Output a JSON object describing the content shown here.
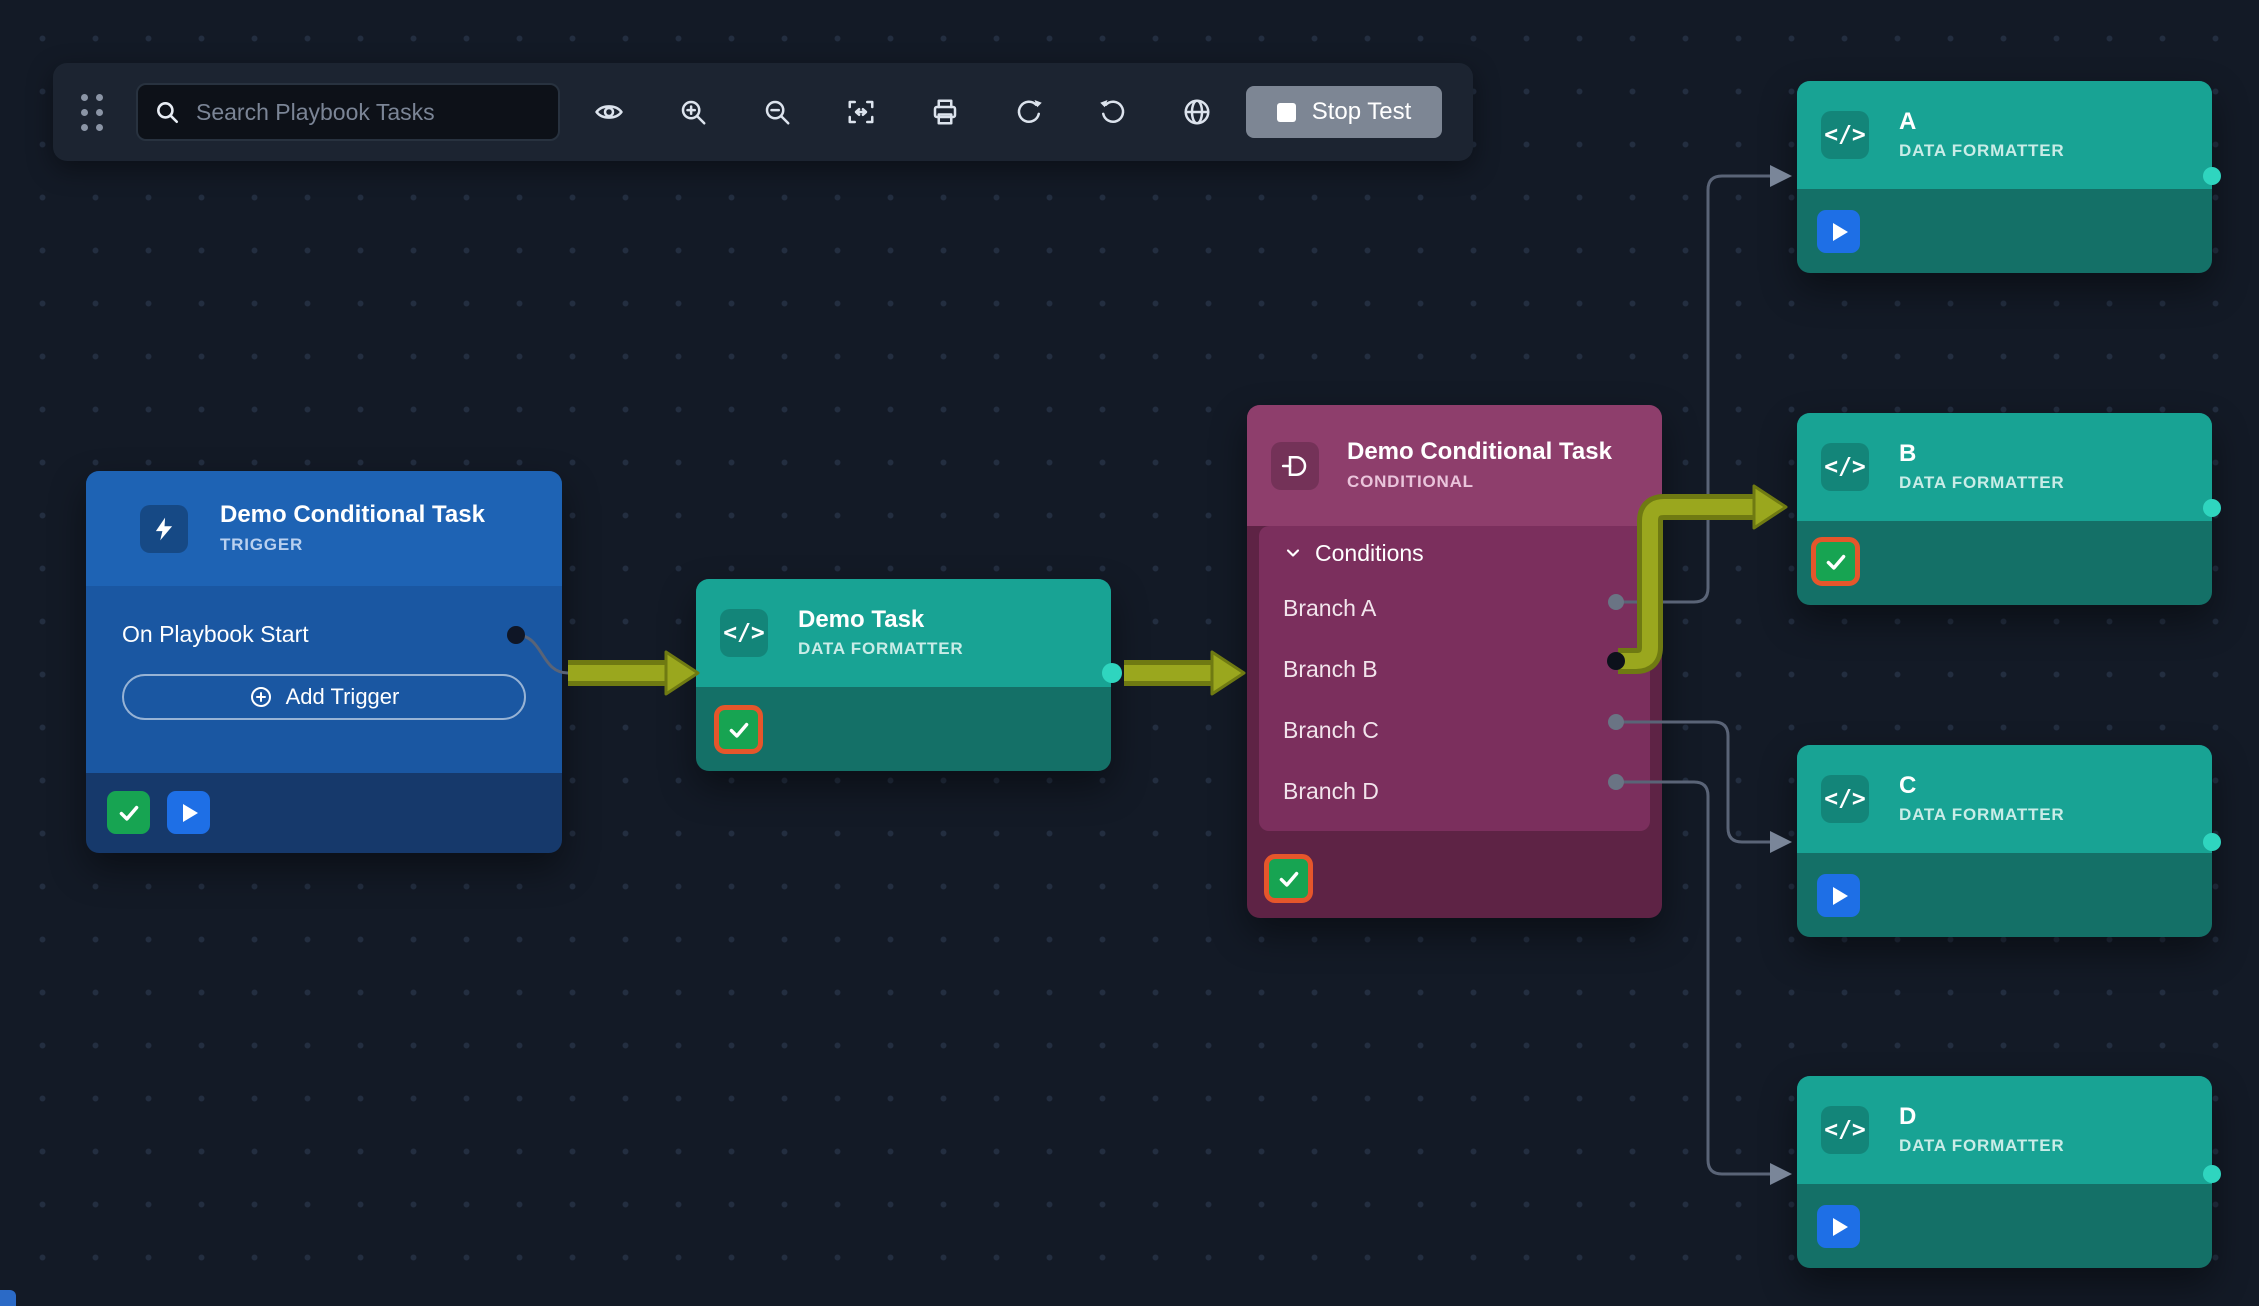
{
  "toolbar": {
    "search": {
      "placeholder": "Search Playbook Tasks"
    },
    "stop_test": {
      "label": "Stop Test"
    },
    "icon_names": [
      "drag-handle",
      "search",
      "eye",
      "zoom-in",
      "zoom-out",
      "fit-to-screen",
      "print",
      "redo",
      "undo",
      "globe"
    ]
  },
  "canvas": {
    "icons": {
      "code_glyph": "</>"
    },
    "nodes": {
      "trigger": {
        "title": "Demo Conditional Task",
        "type_label": "TRIGGER",
        "trigger_item": "On Playbook Start",
        "add_trigger_label": "Add Trigger"
      },
      "demo_task": {
        "title": "Demo Task",
        "type_label": "DATA FORMATTER"
      },
      "conditional": {
        "title": "Demo Conditional Task",
        "type_label": "CONDITIONAL",
        "conditions_label": "Conditions",
        "branches": [
          {
            "label": "Branch A"
          },
          {
            "label": "Branch B"
          },
          {
            "label": "Branch C"
          },
          {
            "label": "Branch D"
          }
        ]
      },
      "task_a": {
        "title": "A",
        "type_label": "DATA FORMATTER"
      },
      "task_b": {
        "title": "B",
        "type_label": "DATA FORMATTER"
      },
      "task_c": {
        "title": "C",
        "type_label": "DATA FORMATTER"
      },
      "task_d": {
        "title": "D",
        "type_label": "DATA FORMATTER"
      }
    }
  },
  "colors": {
    "background": "#131a26",
    "trigger_blue": "#1e63b4",
    "task_teal": "#18a394",
    "conditional_purple": "#8e3e6c",
    "active_path_yellow": "#9aa71e",
    "success_green": "#17a452",
    "selected_orange": "#e5562b",
    "play_blue": "#1e6fe6",
    "output_port_teal": "#2fd5bf"
  }
}
